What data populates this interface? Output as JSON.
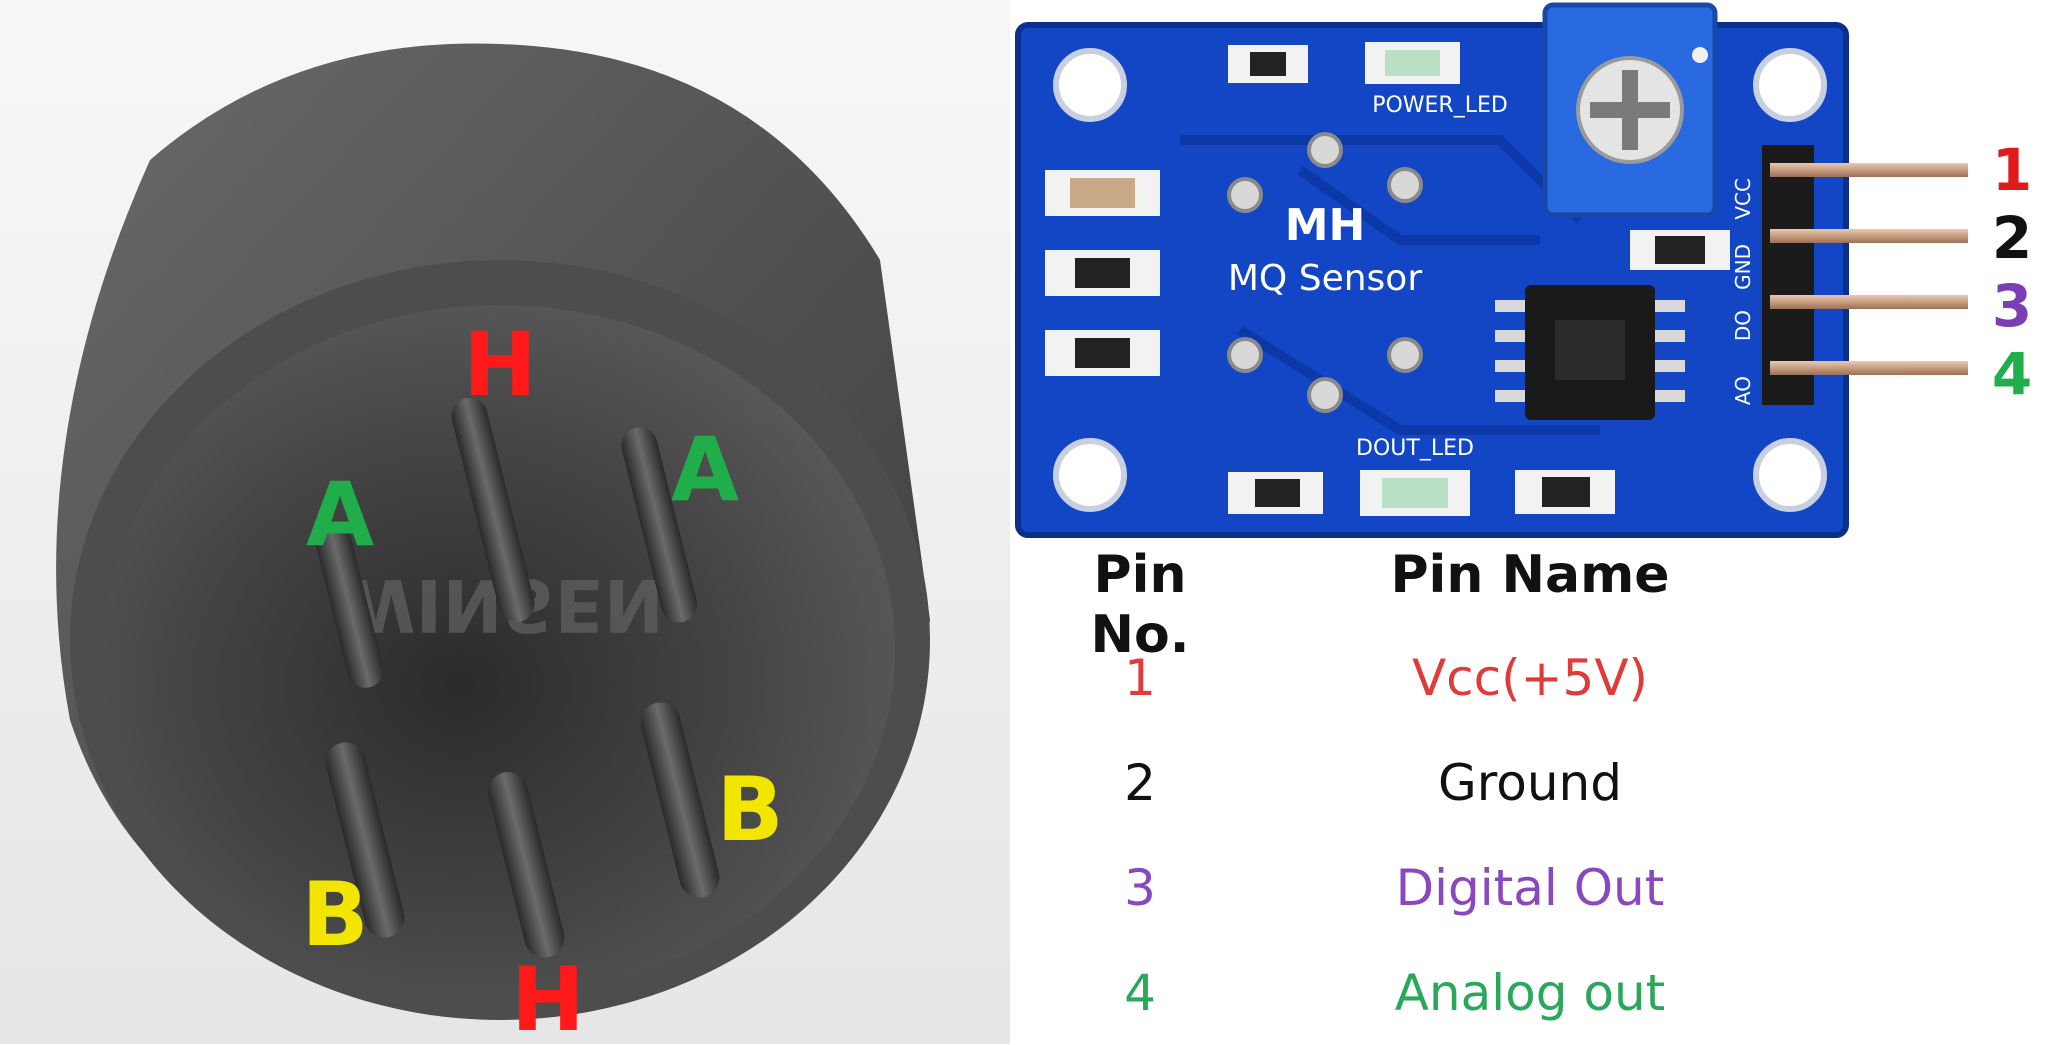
{
  "sensor": {
    "labels": [
      {
        "text": "H",
        "color": "#ff1a1a"
      },
      {
        "text": "A",
        "color": "#1fae4a"
      },
      {
        "text": "A",
        "color": "#1fae4a"
      },
      {
        "text": "B",
        "color": "#f2e600"
      },
      {
        "text": "B",
        "color": "#f2e600"
      },
      {
        "text": "H",
        "color": "#ff1a1a"
      }
    ],
    "embossed": "WINSEN"
  },
  "board": {
    "title": "MH",
    "subtitle": "MQ Sensor",
    "power_led": "POWER_LED",
    "dout_led": "DOUT_LED",
    "header_labels": [
      "VCC",
      "GND",
      "DO",
      "AO"
    ],
    "pin_numbers": [
      {
        "text": "1",
        "color": "#e01b1b"
      },
      {
        "text": "2",
        "color": "#111111"
      },
      {
        "text": "3",
        "color": "#7a3fb5"
      },
      {
        "text": "4",
        "color": "#1fae4a"
      }
    ],
    "colors": {
      "pcb": "#1246c4",
      "pcb_dark": "#0b2f8a",
      "pot": "#2a6ae0"
    }
  },
  "table": {
    "headers": [
      "Pin No.",
      "Pin Name"
    ],
    "rows": [
      {
        "no": "1",
        "name": "Vcc(+5V)",
        "color": "#e03b3b"
      },
      {
        "no": "2",
        "name": "Ground",
        "color": "#111111"
      },
      {
        "no": "3",
        "name": "Digital Out",
        "color": "#8a48c0"
      },
      {
        "no": "4",
        "name": "Analog out",
        "color": "#2aa85a"
      }
    ]
  }
}
